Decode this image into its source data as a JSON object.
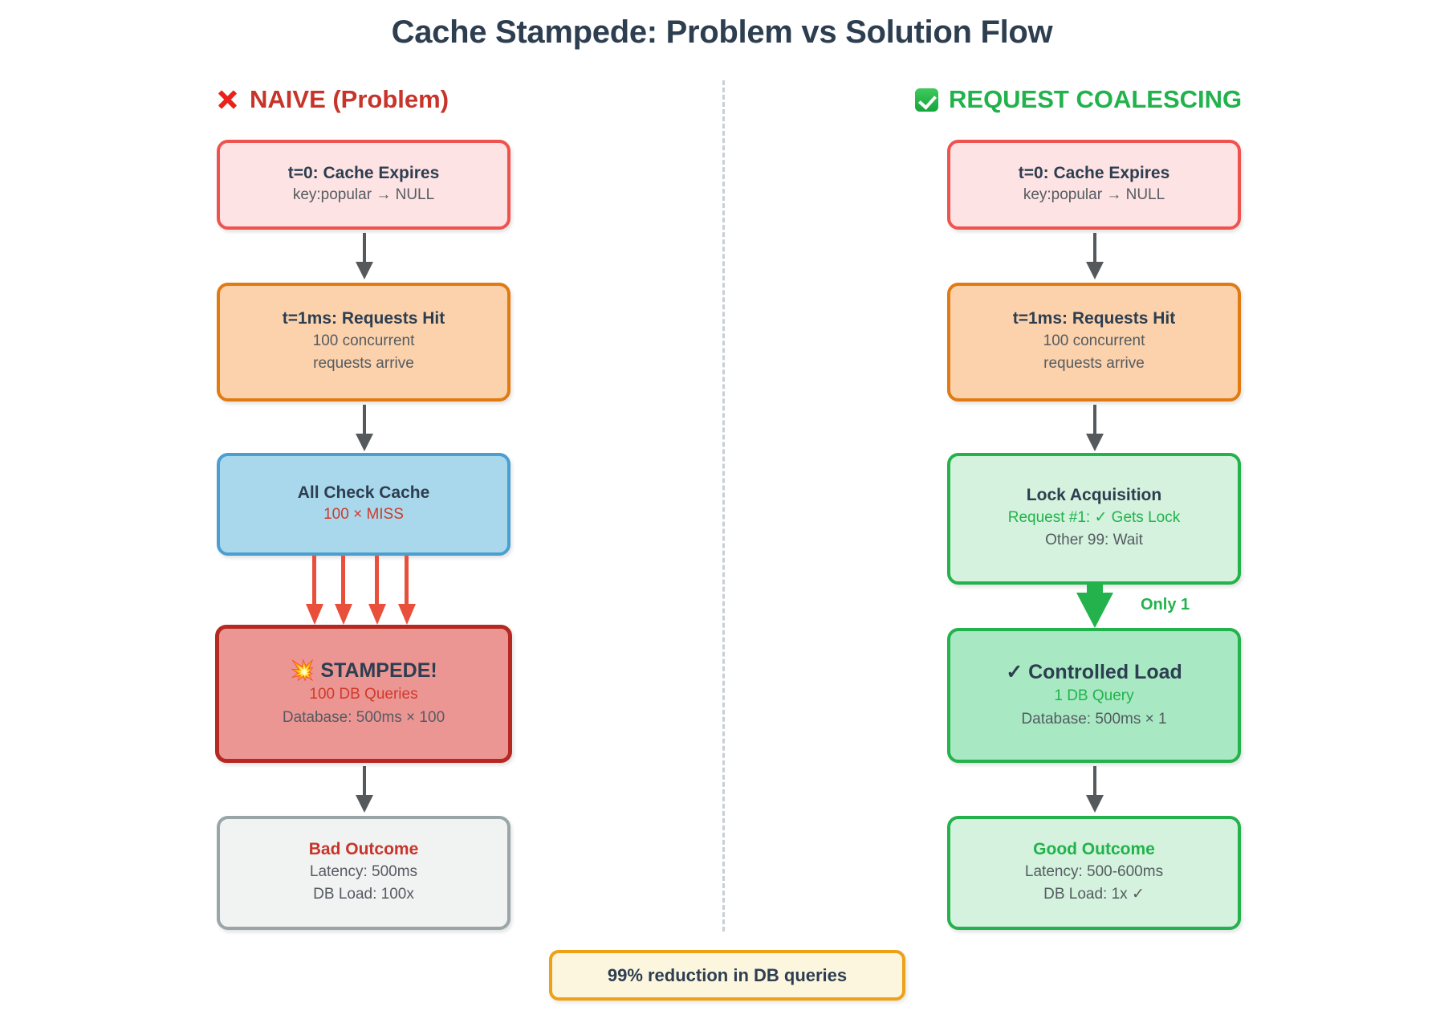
{
  "title": "Cache Stampede: Problem vs Solution Flow",
  "columns": {
    "left": {
      "header_icon": "cross-mark-emoji",
      "header_label": "NAIVE (Problem)",
      "header_color": "#c7342a",
      "nodes": [
        {
          "title": "t=0: Cache Expires",
          "sub1": "key:popular → NULL",
          "sub2": "",
          "theme": "pink"
        },
        {
          "title": "t=1ms: Requests Hit",
          "sub1": "100 concurrent",
          "sub2": "requests arrive",
          "theme": "orange"
        },
        {
          "title": "All Check Cache",
          "sub1": "100 × MISS",
          "sub2": "",
          "theme": "blue"
        },
        {
          "title": "💥 STAMPEDE!",
          "sub1": "100 DB Queries",
          "sub2": "Database: 500ms × 100",
          "theme": "red"
        },
        {
          "title": "Bad Outcome",
          "sub1": "Latency: 500ms",
          "sub2": "DB Load: 100x",
          "theme": "gray"
        }
      ]
    },
    "right": {
      "header_icon": "white-check-mark-emoji",
      "header_label": "REQUEST COALESCING",
      "header_color": "#22b24c",
      "nodes": [
        {
          "title": "t=0: Cache Expires",
          "sub1": "key:popular → NULL",
          "sub2": "",
          "theme": "pink"
        },
        {
          "title": "t=1ms: Requests Hit",
          "sub1": "100 concurrent",
          "sub2": "requests arrive",
          "theme": "orange"
        },
        {
          "title": "Lock Acquisition",
          "sub1": "Request #1: ✓ Gets Lock",
          "sub2": "Other 99: Wait",
          "theme": "mint"
        },
        {
          "title": "✓ Controlled Load",
          "sub1": "1 DB Query",
          "sub2": "Database: 500ms × 1",
          "theme": "mint2"
        },
        {
          "title": "Good Outcome",
          "sub1": "Latency: 500-600ms",
          "sub2": "DB Load: 1x ✓",
          "theme": "mint"
        }
      ]
    }
  },
  "edge_labels": {
    "only_one": "Only 1"
  },
  "footer": {
    "badge_text": "99% reduction in DB queries"
  },
  "stampede_arrow_count": 4,
  "colors": {
    "title": "#2d3e50",
    "red": "#c7342a",
    "green": "#22b24c",
    "stampede_arrow": "#e8503c",
    "gray_arrow": "#55595c",
    "divider": "#c9ced4",
    "badge_border": "#eda116",
    "badge_fill": "#fdf6df"
  }
}
